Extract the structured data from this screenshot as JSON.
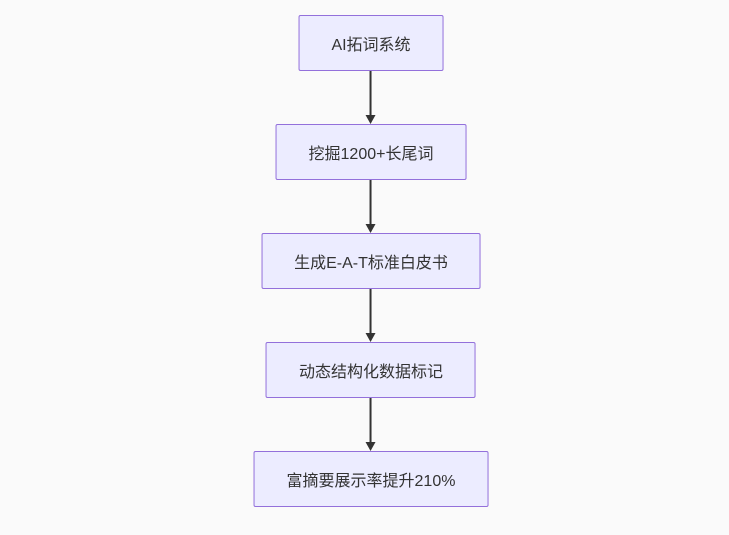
{
  "diagram": {
    "type": "flowchart",
    "direction": "top-down",
    "nodes": [
      {
        "label": "AI拓词系统"
      },
      {
        "label": "挖掘1200+长尾词"
      },
      {
        "label": "生成E-A-T标准白皮书"
      },
      {
        "label": "动态结构化数据标记"
      },
      {
        "label": "富摘要展示率提升210%"
      }
    ],
    "edges": [
      {
        "from": 0,
        "to": 1
      },
      {
        "from": 1,
        "to": 2
      },
      {
        "from": 2,
        "to": 3
      },
      {
        "from": 3,
        "to": 4
      }
    ],
    "colors": {
      "node_fill": "#ECECFF",
      "node_border": "#9370DB",
      "arrow": "#333333",
      "text": "#333333",
      "background": "#FAFAFA"
    }
  }
}
